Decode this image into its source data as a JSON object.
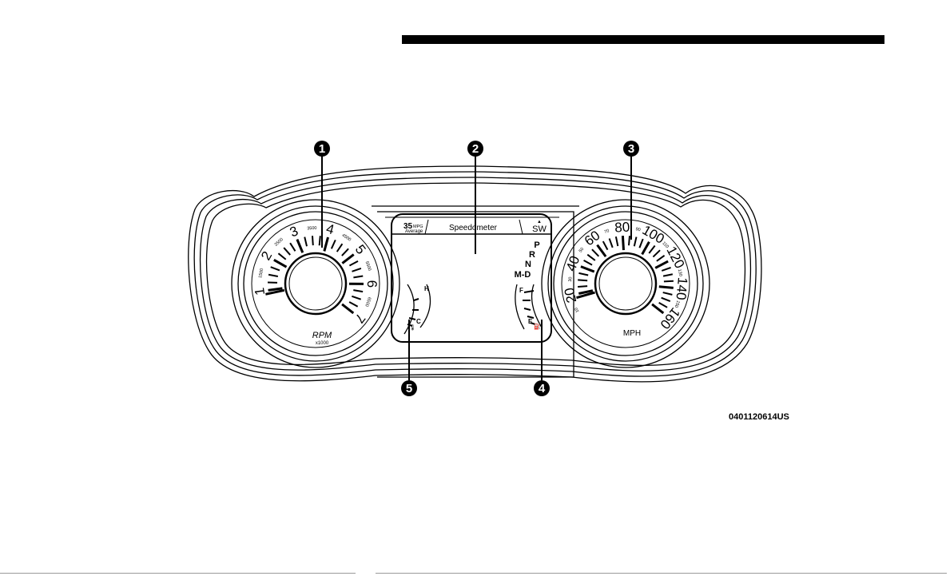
{
  "figure": {
    "code": "0401120614US",
    "callouts": [
      "1",
      "2",
      "3",
      "4",
      "5"
    ]
  },
  "display": {
    "mpg_value": "35",
    "mpg_unit": "MPG",
    "mpg_label": "Average",
    "screen_title": "Speedometer",
    "compass": "SW",
    "gear_letters": [
      "P",
      "R",
      "N",
      "M-D"
    ]
  },
  "tachometer": {
    "numerals": [
      "1",
      "2",
      "3",
      "4",
      "5",
      "6",
      "7"
    ],
    "half_numerals": [
      "1500",
      "2500",
      "3500",
      "4500",
      "5500",
      "6500"
    ],
    "label": "RPM",
    "sublabel": "x1000"
  },
  "speedometer": {
    "major": [
      "20",
      "40",
      "60",
      "80",
      "100",
      "120",
      "140",
      "160"
    ],
    "minor": [
      "10",
      "30",
      "50",
      "70",
      "90",
      "110",
      "130",
      "150"
    ],
    "label": "MPH"
  },
  "temp_gauge": {
    "high": "H",
    "low": "C"
  },
  "fuel_gauge": {
    "full": "F",
    "empty": "E"
  }
}
